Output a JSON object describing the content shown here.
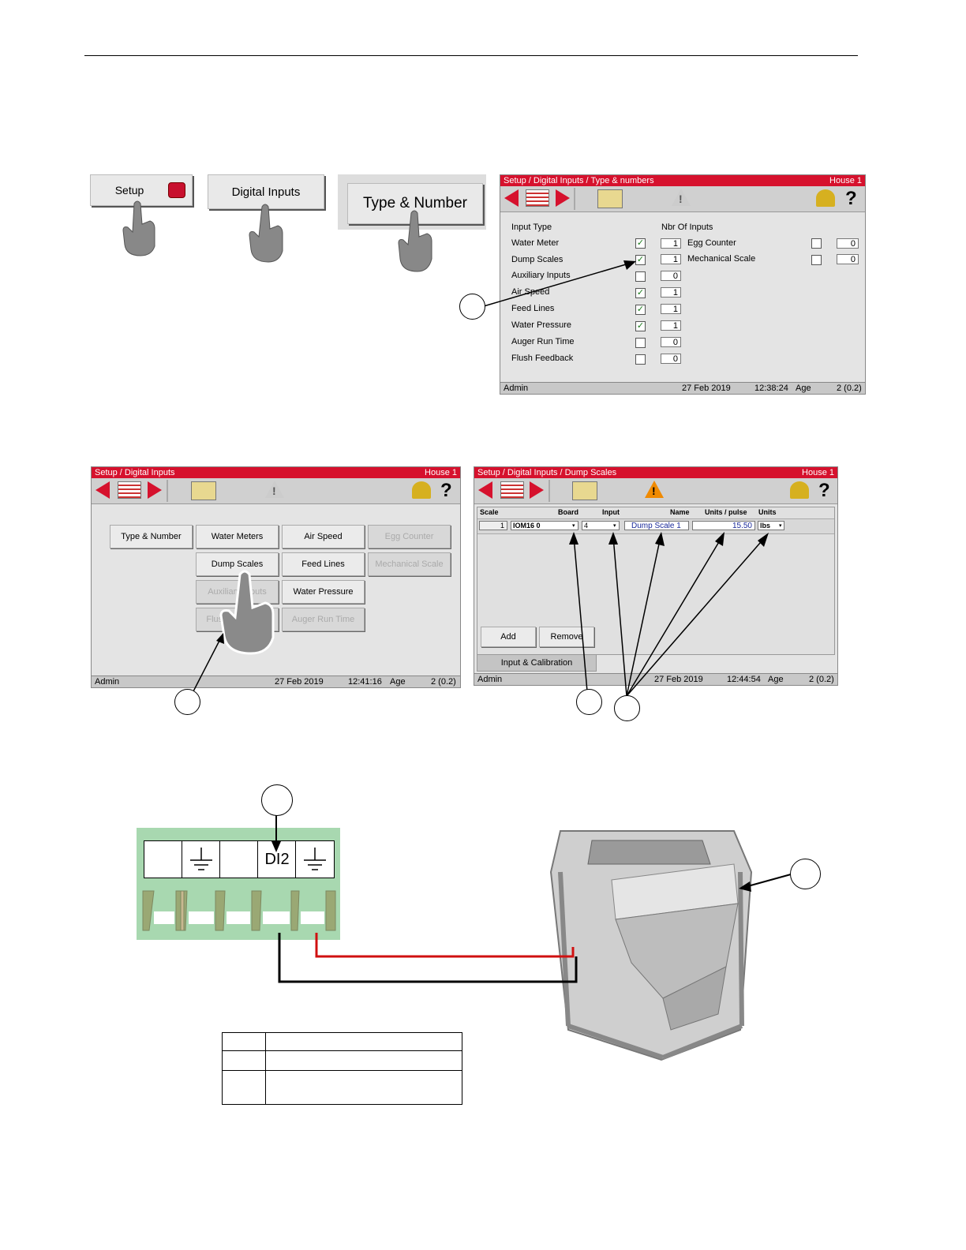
{
  "steps": {
    "setup_label": "Setup",
    "digital_inputs_label": "Digital Inputs",
    "type_number_label": "Type & Number"
  },
  "screen1": {
    "title": "Setup / Digital Inputs / Type & numbers",
    "house": "House 1",
    "col_input_type": "Input Type",
    "col_nbr_inputs": "Nbr Of Inputs",
    "rows": [
      {
        "label": "Water Meter",
        "checked": true,
        "value": "1"
      },
      {
        "label": "Dump Scales",
        "checked": true,
        "value": "1"
      },
      {
        "label": "Auxiliary Inputs",
        "checked": false,
        "value": "0"
      },
      {
        "label": "Air Speed",
        "checked": true,
        "value": "1"
      },
      {
        "label": "Feed Lines",
        "checked": true,
        "value": "1"
      },
      {
        "label": "Water Pressure",
        "checked": true,
        "value": "1"
      },
      {
        "label": "Auger Run Time",
        "checked": false,
        "value": "0"
      },
      {
        "label": "Flush Feedback",
        "checked": false,
        "value": "0"
      }
    ],
    "right_rows": [
      {
        "label": "Egg Counter",
        "checked": false,
        "value": "0"
      },
      {
        "label": "Mechanical Scale",
        "checked": false,
        "value": "0"
      }
    ],
    "status": {
      "user": "Admin",
      "date": "27 Feb 2019",
      "time": "12:38:24",
      "age_label": "Age",
      "age": "2 (0.2)"
    }
  },
  "screen2": {
    "title": "Setup / Digital Inputs",
    "house": "House 1",
    "buttons": [
      {
        "label": "Type & Number",
        "enabled": true
      },
      {
        "label": "Water Meters",
        "enabled": true
      },
      {
        "label": "Air Speed",
        "enabled": true
      },
      {
        "label": "Egg Counter",
        "enabled": false
      },
      {
        "label": "Dump Scales",
        "enabled": true
      },
      {
        "label": "Feed Lines",
        "enabled": true
      },
      {
        "label": "Mechanical Scale",
        "enabled": false
      },
      {
        "label": "Auxiliary Inputs",
        "enabled": false
      },
      {
        "label": "Water Pressure",
        "enabled": true
      },
      {
        "label": "Flush Feedback",
        "enabled": false
      },
      {
        "label": "Auger Run Time",
        "enabled": false
      }
    ],
    "status": {
      "user": "Admin",
      "date": "27 Feb 2019",
      "time": "12:41:16",
      "age_label": "Age",
      "age": "2 (0.2)"
    }
  },
  "screen3": {
    "title": "Setup / Digital Inputs / Dump Scales",
    "house": "House 1",
    "headers": {
      "scale": "Scale",
      "board": "Board",
      "input": "Input",
      "name": "Name",
      "units_pulse": "Units / pulse",
      "units": "Units"
    },
    "row": {
      "scale": "1",
      "board": "IOM16 0",
      "input": "4",
      "name": "Dump Scale 1",
      "units_pulse": "15.50",
      "units": "lbs"
    },
    "add_label": "Add",
    "remove_label": "Remove",
    "tab_label": "Input & Calibration",
    "status": {
      "user": "Admin",
      "date": "27 Feb 2019",
      "time": "12:44:54",
      "age_label": "Age",
      "age": "2 (0.2)"
    }
  },
  "terminal": {
    "di_label": "DI2"
  },
  "colors": {
    "titlebar": "#d6112d",
    "terminal_block": "#a8d8b0",
    "signal_wire": "#d01010",
    "ground_wire": "#000000"
  }
}
